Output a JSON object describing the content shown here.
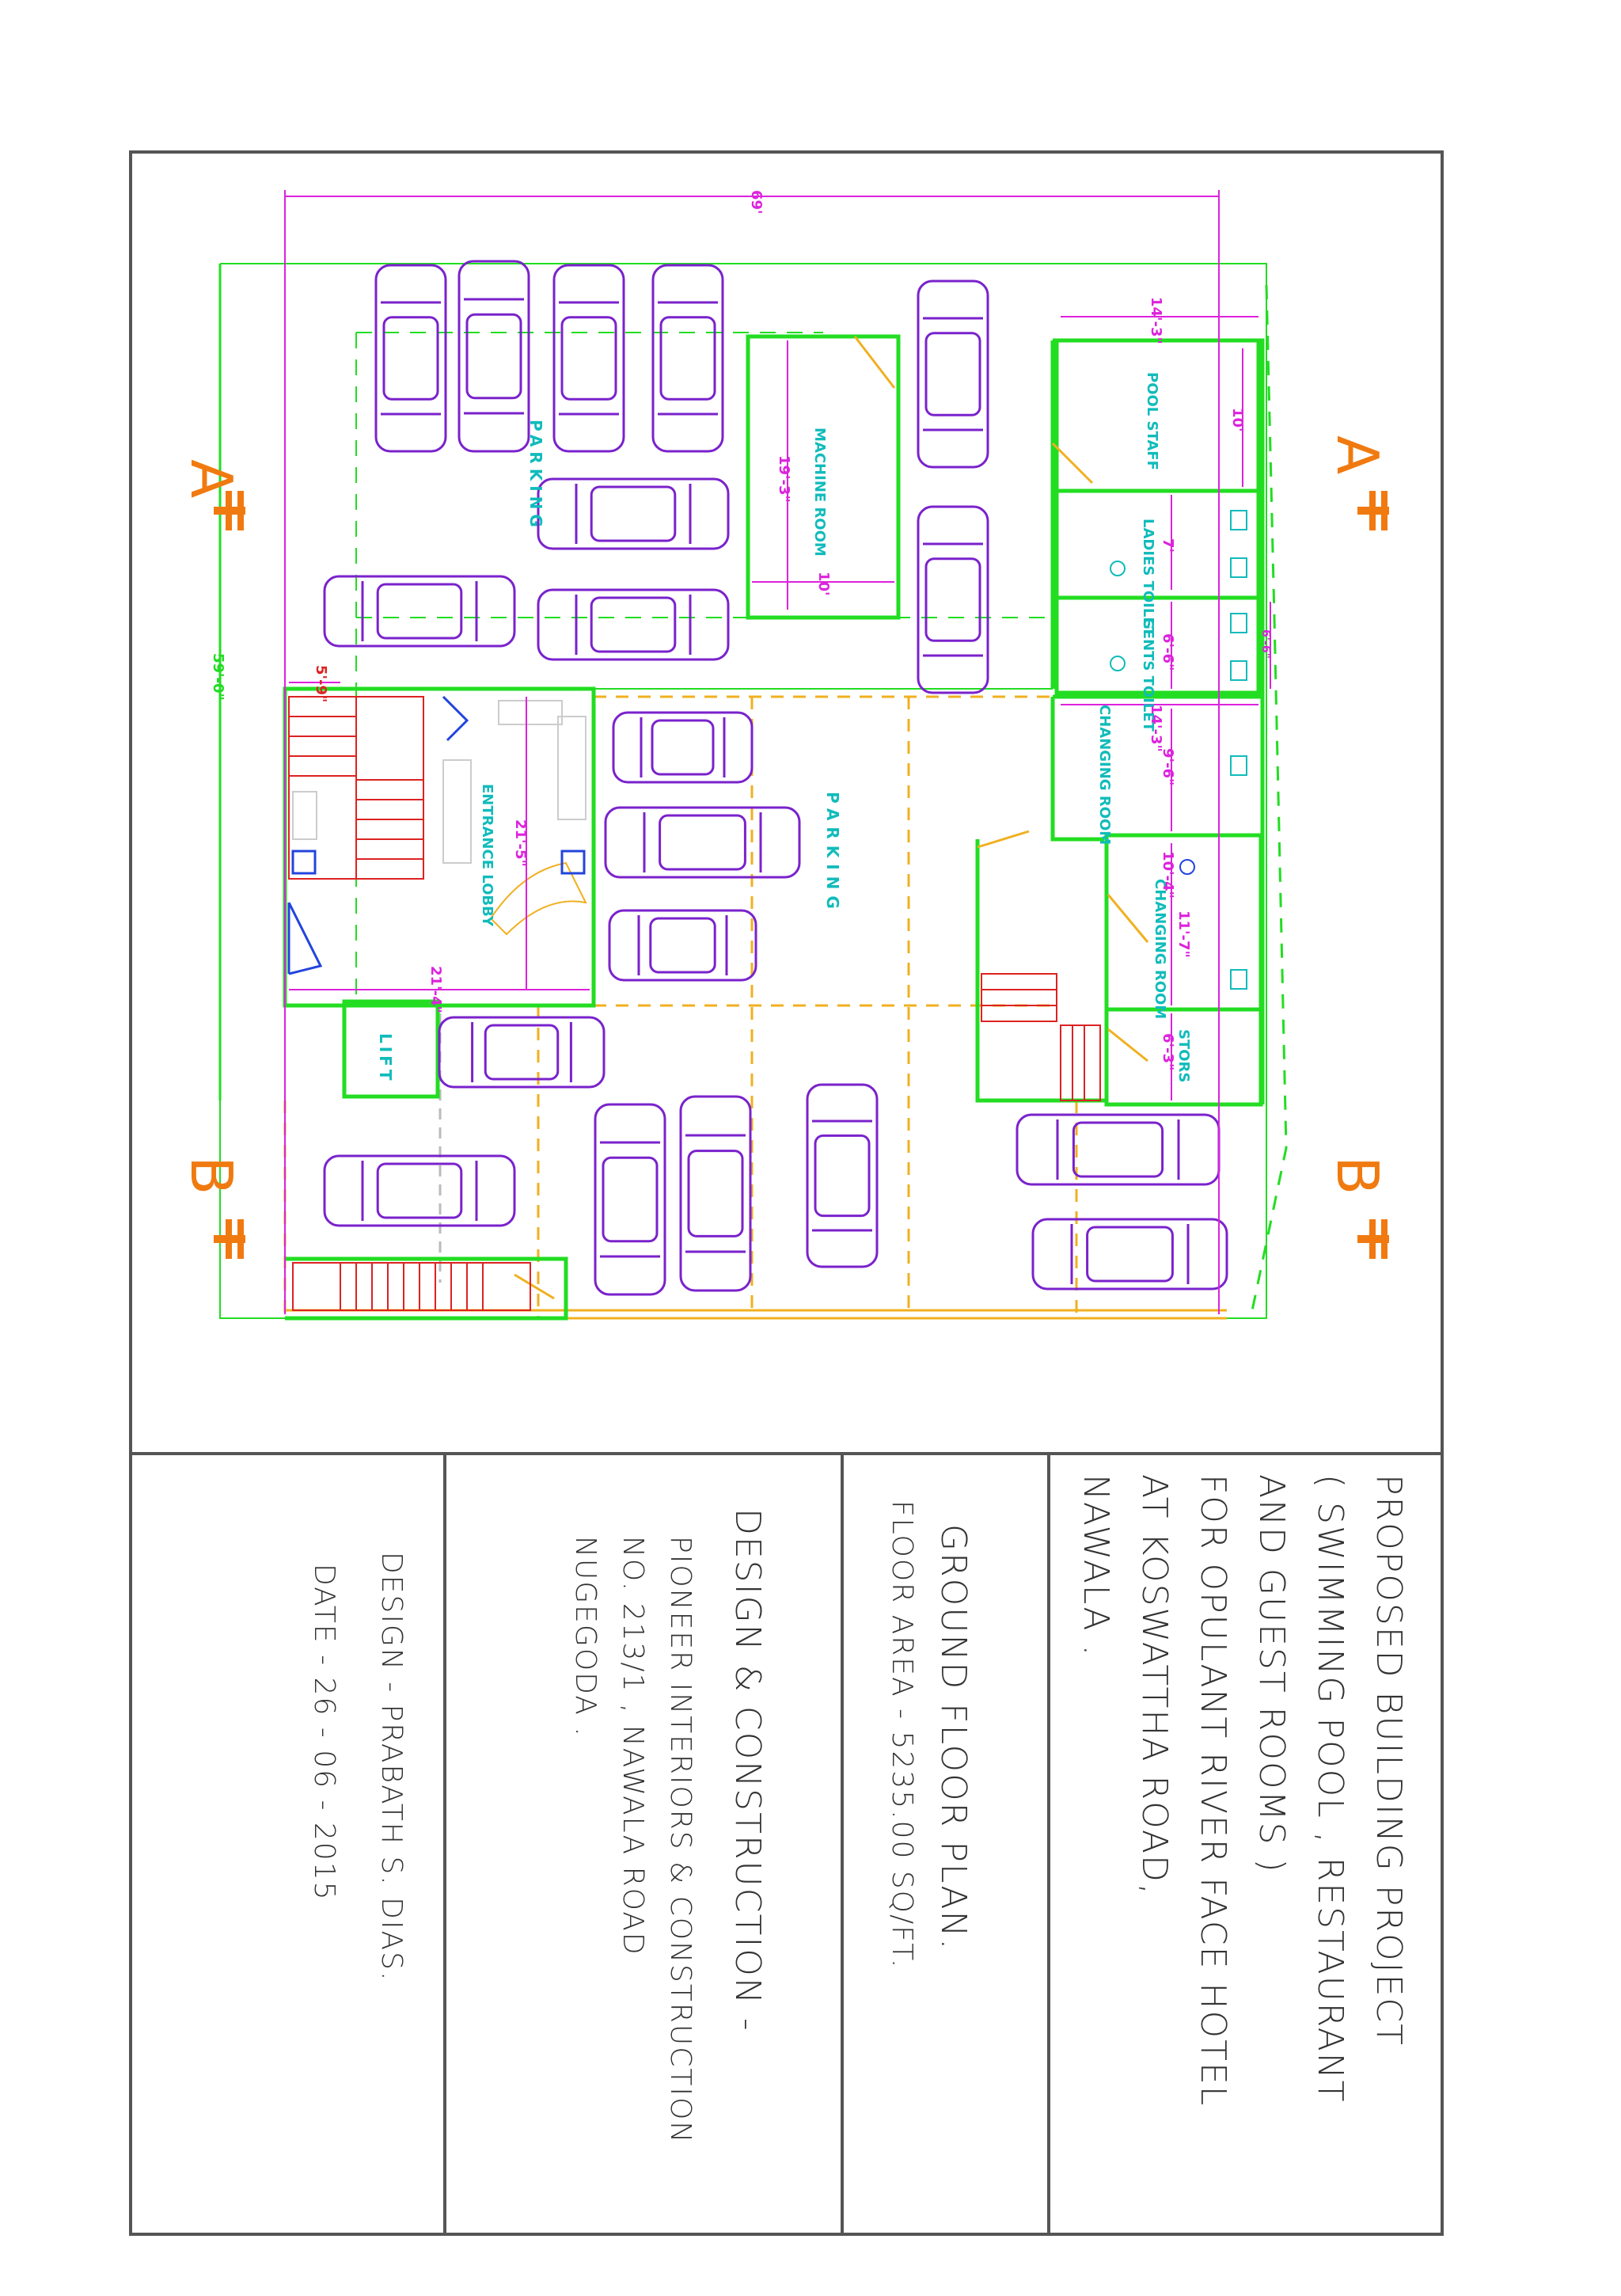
{
  "title_block": {
    "project": [
      "PROPOSED BUILDING PROJECT",
      "( SWIMMING POOL , RESTAURANT",
      "AND GUEST ROOMS )",
      "FOR OPULANT RIVER FACE HOTEL",
      "AT KOSWATTHA ROAD,",
      "NAWALA ."
    ],
    "plan_title": "GROUND FLOOR PLAN.",
    "floor_area": "FLOOR AREA - 5235.00  SQ/FT.",
    "designer": [
      "DESIGN & CONSTRUCTION -",
      "PIONEER INTERIORS & CONSTRUCTION",
      "NO. 213/1 , NAWALA ROAD",
      "NUGEGODA ."
    ],
    "design_by": "DESIGN  -  PRABATH S. DIAS.",
    "date": "DATE  -   26 - 06 - 2015"
  },
  "section_marks": {
    "a": "A",
    "b": "B"
  },
  "room_labels": {
    "machine_room": "MACHINE ROOM",
    "entrance_lobby": "ENTRANCE LOBBY",
    "lift": "LIFT",
    "parking_1": "PARKING",
    "parking_2": "PARKING",
    "pool_staff": "POOL STAFF",
    "ladies_toilet": "LADIES TOILET",
    "gents_toilet": "GENTS TOILET",
    "changing_room_1": "CHANGING ROOM",
    "changing_room_2": "CHANGING ROOM",
    "stors": "STORS"
  },
  "dimensions": {
    "overall_width": "69'",
    "overall_depth": "59'-0\"",
    "machine_len": "19'-3\"",
    "machine_w": "10'",
    "lobby_len": "21'-5\"",
    "lobby_w": "21'-4\"",
    "stair_w": "5'-9\"",
    "pool_staff_w": "14'-3\"",
    "pool_staff_d": "10'",
    "ladies_w": "7'",
    "gents_w": "6'-6\"",
    "toilet_side": "6'-6\"",
    "changing_top": "14'-3\"",
    "changing_1": "9'-6\"",
    "changing_2a": "10'-4\"",
    "changing_2b": "11'-7\"",
    "stors_w": "6'-3\""
  },
  "colors": {
    "wall": "#22dd22",
    "dim": "#dd22dd",
    "car": "#7a22cc",
    "stair": "#dd2222",
    "label": "#11bbbb",
    "grid": "#f0b020",
    "section": "#f07a10",
    "frame": "#555555"
  }
}
